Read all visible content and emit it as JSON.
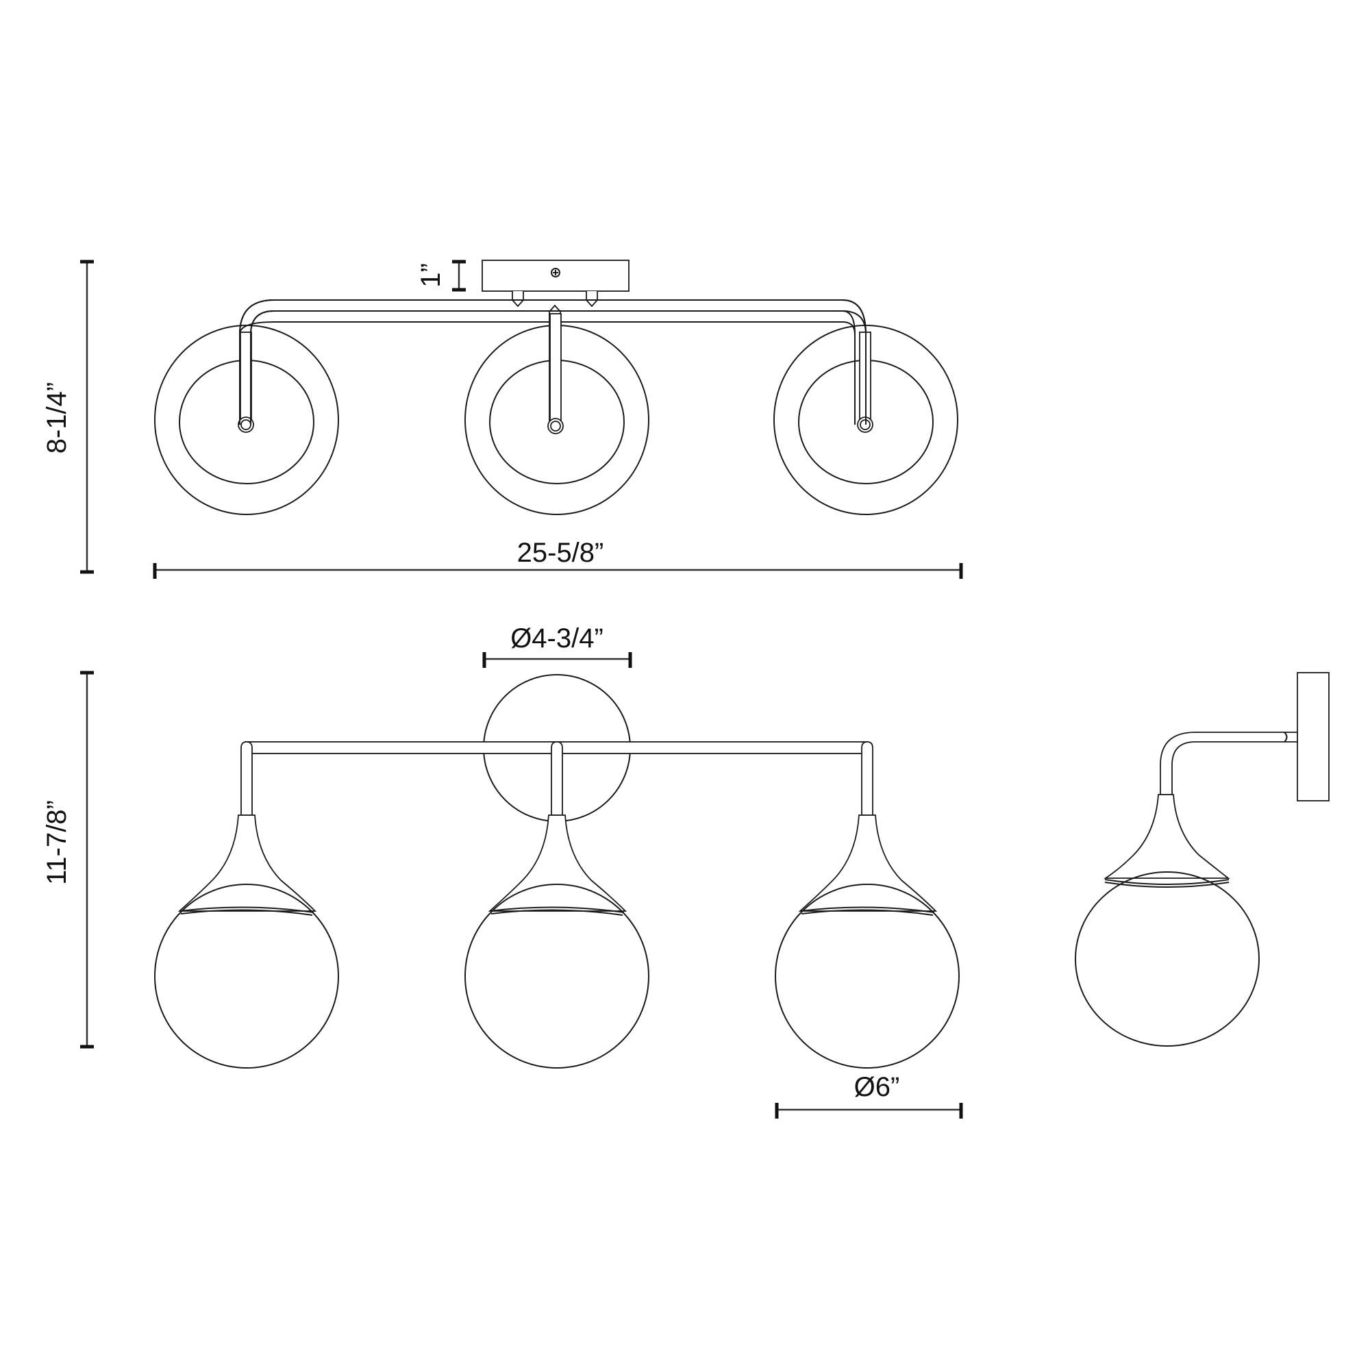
{
  "diagram": {
    "type": "technical-dimension-drawing",
    "subject": "3-light globe vanity fixture",
    "views": [
      {
        "name": "top-view",
        "lights": 3
      },
      {
        "name": "front-view",
        "lights": 3
      },
      {
        "name": "side-view",
        "lights": 1
      }
    ],
    "colors": {
      "line": "#1a1a1a",
      "background": "#ffffff"
    }
  },
  "dimensions": {
    "top_height": "8-1/4”",
    "backplate_depth": "1”",
    "overall_width": "25-5/8”",
    "backplate_diameter": "Ø4-3/4”",
    "overall_height": "11-7/8”",
    "globe_diameter": "Ø6”"
  }
}
